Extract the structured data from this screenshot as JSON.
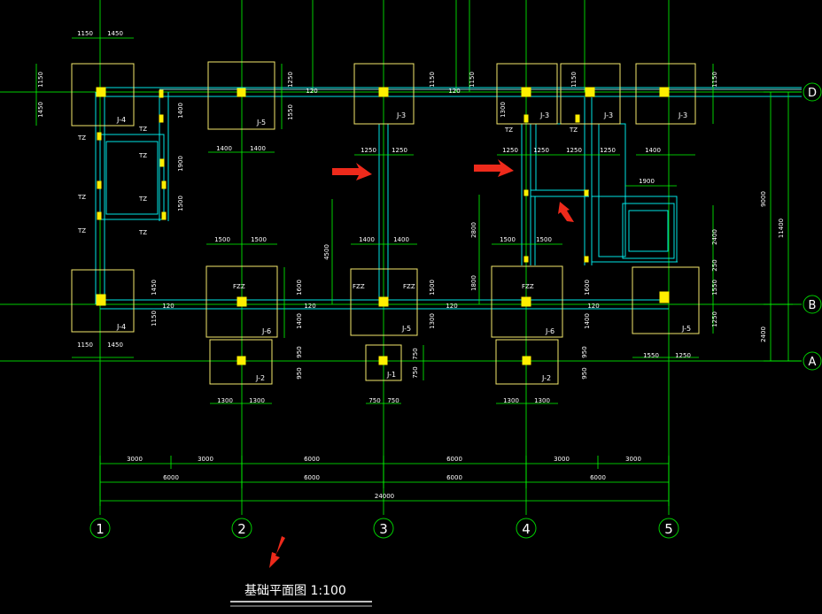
{
  "drawing": {
    "title": "基础平面图 1:100",
    "colors": {
      "background": "#000000",
      "grid": "#00cc00",
      "footing": "#ffff55",
      "wall": "#00e5e5",
      "dim": "#00ff00",
      "text": "#ffffff",
      "column": "#ffee00",
      "arrow": "#ee2a1b"
    },
    "axes_vertical": [
      "1",
      "2",
      "3",
      "4",
      "5"
    ],
    "axes_horizontal": [
      "D",
      "B",
      "A"
    ],
    "footings": {
      "j4_top": "J-4",
      "j5_top": "J-5",
      "j3_a": "J-3",
      "j3_b": "J-3",
      "j3_c": "J-3",
      "j3_d": "J-3",
      "j4_bot": "J-4",
      "j6_a": "J-6",
      "j5_mid": "J-5",
      "j6_b": "J-6",
      "j5_right": "J-5",
      "j2_a": "J-2",
      "j1": "J-1",
      "j2_b": "J-2"
    },
    "ties": {
      "tz": "TZ",
      "fzz": "FZZ"
    },
    "dims": {
      "d1150": "1150",
      "d1450": "1450",
      "d1250": "1250",
      "d1550": "1550",
      "d1400": "1400",
      "d1300": "1300",
      "d1500": "1500",
      "d1800": "1800",
      "d1900": "1900",
      "d1600": "1600",
      "d750": "750",
      "d950": "950",
      "d4500": "4500",
      "d2800": "2800",
      "d2400": "2400",
      "d250": "250",
      "d9000": "9000",
      "d11400": "11400",
      "d3000": "3000",
      "d6000": "6000",
      "d24000": "24000",
      "d120": "120"
    }
  }
}
